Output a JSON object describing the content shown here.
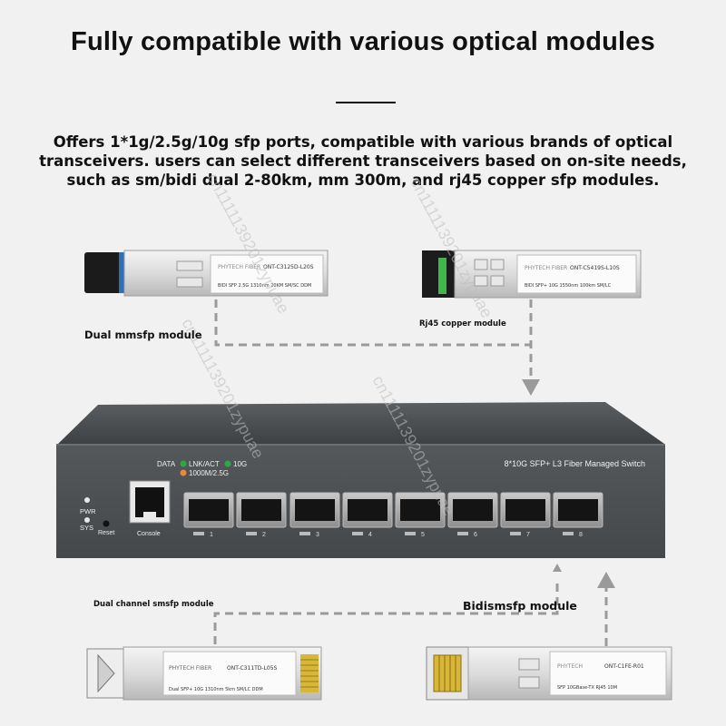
{
  "heading": "Fully compatible with various optical modules",
  "description": "Offers 1*1g/2.5g/10g sfp ports, compatible with various brands of optical transceivers. users can select different transceivers based on on-site needs, such as sm/bidi dual 2-80km, mm 300m, and rj45 copper sfp modules.",
  "modules": {
    "top_left": {
      "label": "Dual mmsfp module",
      "part_no": "ONT-C3125D-L20S",
      "spec": "BIDI SFP 2.5G 1310nm 20KM SM/SC DDM",
      "vendor": "PHYTECH FIBER"
    },
    "top_right": {
      "label": "Rj45 copper module",
      "part_no": "ONT-C5419S-L10S",
      "spec": "BIDI SFP+ 10G 1550nm 100km SM/LC",
      "vendor": "PHYTECH FIBER"
    },
    "bottom_left": {
      "label": "Dual channel smsfp module",
      "part_no": "ONT-C311TD-L05S",
      "spec": "Dual SFP+ 10G 1310nm 5km SM/LC DDM",
      "vendor": "PHYTECH FIBER"
    },
    "bottom_right": {
      "label": "Bidismsfp module",
      "part_no": "ONT-C1FE-R01",
      "spec": "SFP 10GBase-TX RJ45 10M",
      "vendor": "PHYTECH"
    }
  },
  "switch": {
    "model": "8*10G SFP+ L3 Fiber Managed Switch",
    "legend": {
      "data": "DATA",
      "lnk_act": "LNK/ACT",
      "g10": "10G",
      "g1000": "1000M/2.5G"
    },
    "leds": [
      "PWR",
      "SYS"
    ],
    "reset": "Reset",
    "console": "Console",
    "ports": [
      "1",
      "2",
      "3",
      "4",
      "5",
      "6",
      "7",
      "8"
    ]
  },
  "watermark": "cn1111139201zypuae",
  "colors": {
    "background": "#f1f1f1",
    "chassis": "#4d5053",
    "green_led": "#2aa84a",
    "orange_led": "#e8883a",
    "connector_blue": "#2f6fb8",
    "contact_gold": "#d8b637",
    "latch_green": "#3fb84b"
  }
}
